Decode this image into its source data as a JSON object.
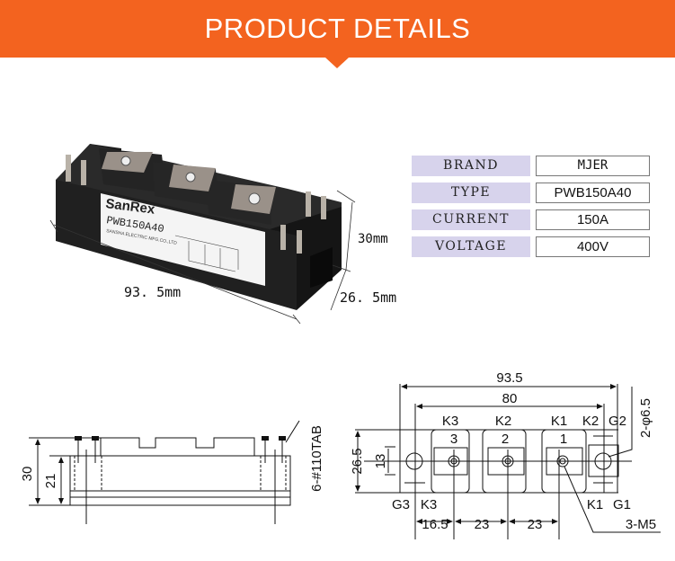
{
  "header": {
    "title": "PRODUCT DETAILS"
  },
  "product_photo": {
    "brand_logo": "SanRex",
    "model_print": "PWB150A40",
    "maker_print": "SANSHA ELECTRIC MFG.CO.,LTD",
    "dim_length": "93. 5mm",
    "dim_height": "30mm",
    "dim_width": "26. 5mm"
  },
  "specs": [
    {
      "label": "BRAND",
      "value": "MJER"
    },
    {
      "label": "TYPE",
      "value": "PWB150A40"
    },
    {
      "label": "CURRENT",
      "value": "150A"
    },
    {
      "label": "VOLTAGE",
      "value": "400V"
    }
  ],
  "side_drawing": {
    "dim_total": "30",
    "dim_body": "21",
    "tab_note": "6-#110TAB"
  },
  "top_drawing": {
    "dim_overall": "93.5",
    "dim_mount": "80",
    "dim_height": "26.5",
    "dim_inner": "13",
    "hole_note": "2-φ6.5",
    "screw_note": "3-M5",
    "pitch_first": "16.5",
    "pitch_second": "23",
    "pitch_third": "23",
    "terminal_numbers": [
      "3",
      "2",
      "1"
    ],
    "top_labels": [
      "K3",
      "K2",
      "K1",
      "K2",
      "G2"
    ],
    "bottom_left_labels": [
      "G3",
      "K3"
    ],
    "bottom_right_labels": [
      "K1",
      "G1"
    ]
  }
}
